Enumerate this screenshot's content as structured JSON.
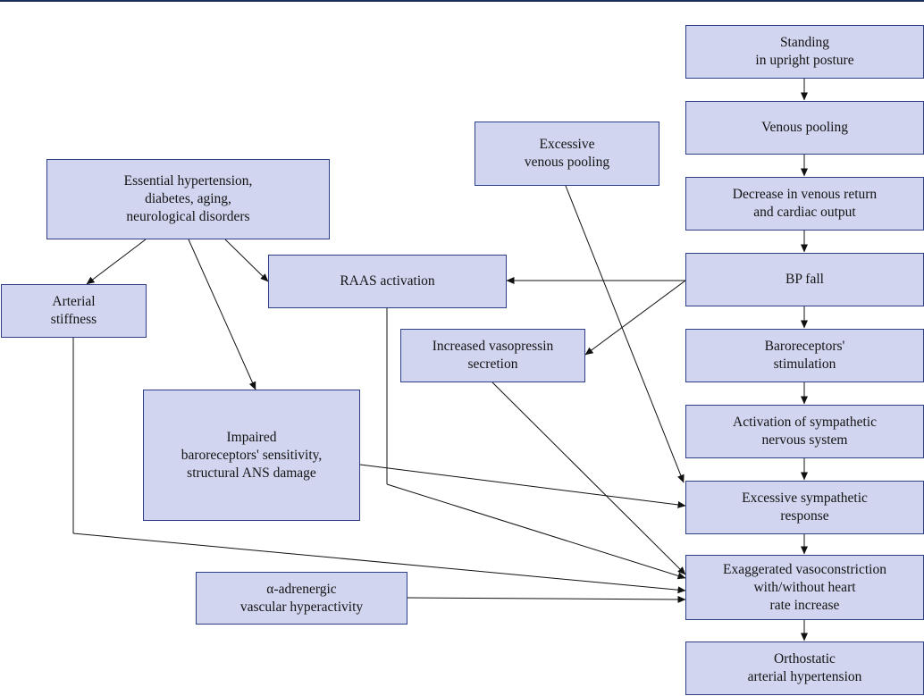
{
  "nodes": {
    "standing": "Standing\nin upright posture",
    "venous_pooling": "Venous pooling",
    "decrease_return": "Decrease in venous return\nand cardiac output",
    "bp_fall": "BP fall",
    "baroreceptors": "Baroreceptors'\nstimulation",
    "sympathetic_activation": "Activation of sympathetic\nnervous system",
    "excessive_sympathetic": "Excessive sympathetic\nresponse",
    "vasoconstriction": "Exaggerated vasoconstriction\nwith/without heart\nrate increase",
    "orthostatic_ht": "Orthostatic\narterial hypertension",
    "excessive_venous": "Excessive\nvenous pooling",
    "essential_ht": "Essential hypertension,\ndiabetes, aging,\nneurological disorders",
    "raas": "RAAS activation",
    "arterial_stiffness": "Arterial\nstiffness",
    "vasopressin": "Increased vasopressin\nsecretion",
    "impaired_baro": "Impaired\nbaroreceptors' sensitivity,\nstructural ANS damage",
    "alpha_adrenergic": "α-adrenergic\nvascular hyperactivity"
  },
  "edges": [
    {
      "from": "standing",
      "to": "venous_pooling"
    },
    {
      "from": "venous_pooling",
      "to": "decrease_return"
    },
    {
      "from": "decrease_return",
      "to": "bp_fall"
    },
    {
      "from": "bp_fall",
      "to": "baroreceptors"
    },
    {
      "from": "baroreceptors",
      "to": "sympathetic_activation"
    },
    {
      "from": "sympathetic_activation",
      "to": "excessive_sympathetic"
    },
    {
      "from": "excessive_sympathetic",
      "to": "vasoconstriction"
    },
    {
      "from": "vasoconstriction",
      "to": "orthostatic_ht"
    },
    {
      "from": "bp_fall",
      "to": "raas"
    },
    {
      "from": "bp_fall",
      "to": "vasopressin"
    },
    {
      "from": "essential_ht",
      "to": "arterial_stiffness"
    },
    {
      "from": "essential_ht",
      "to": "impaired_baro"
    },
    {
      "from": "essential_ht",
      "to": "raas"
    },
    {
      "from": "excessive_venous",
      "to": "excessive_sympathetic"
    },
    {
      "from": "impaired_baro",
      "to": "excessive_sympathetic"
    },
    {
      "from": "raas",
      "to": "vasoconstriction"
    },
    {
      "from": "vasopressin",
      "to": "vasoconstriction"
    },
    {
      "from": "arterial_stiffness",
      "to": "vasoconstriction"
    },
    {
      "from": "alpha_adrenergic",
      "to": "vasoconstriction"
    }
  ],
  "colors": {
    "box_fill": "#d1d5ef",
    "box_border": "#2f3f86",
    "arrow": "#111111",
    "top_rule": "#1a2f5a"
  }
}
